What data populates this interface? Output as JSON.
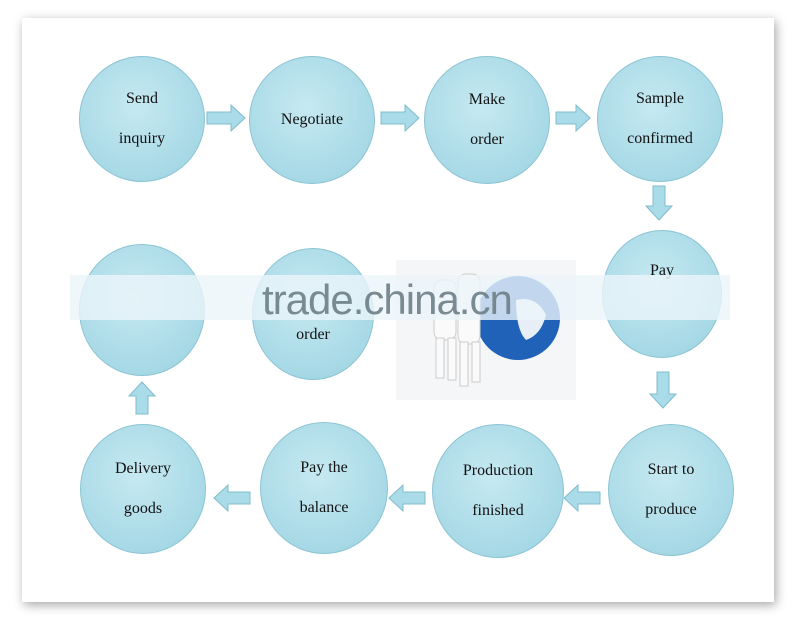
{
  "steps": {
    "send_inquiry": [
      "Send",
      "inquiry"
    ],
    "negotiate": [
      "Negotiate"
    ],
    "make_order": [
      "Make",
      "order"
    ],
    "sample_confirmed": [
      "Sample",
      "confirmed"
    ],
    "pay": [
      "Pay"
    ],
    "start_to_produce": [
      "Start to",
      "produce"
    ],
    "production_finished": [
      "Production",
      "finished"
    ],
    "pay_balance": [
      "Pay the",
      "balance"
    ],
    "delivery_goods": [
      "Delivery",
      "goods"
    ],
    "obscured_order": [
      "order"
    ]
  },
  "watermark": "trade.china.cn",
  "colors": {
    "circle": "#a7d9e6",
    "arrow": "#9fd3e3"
  }
}
